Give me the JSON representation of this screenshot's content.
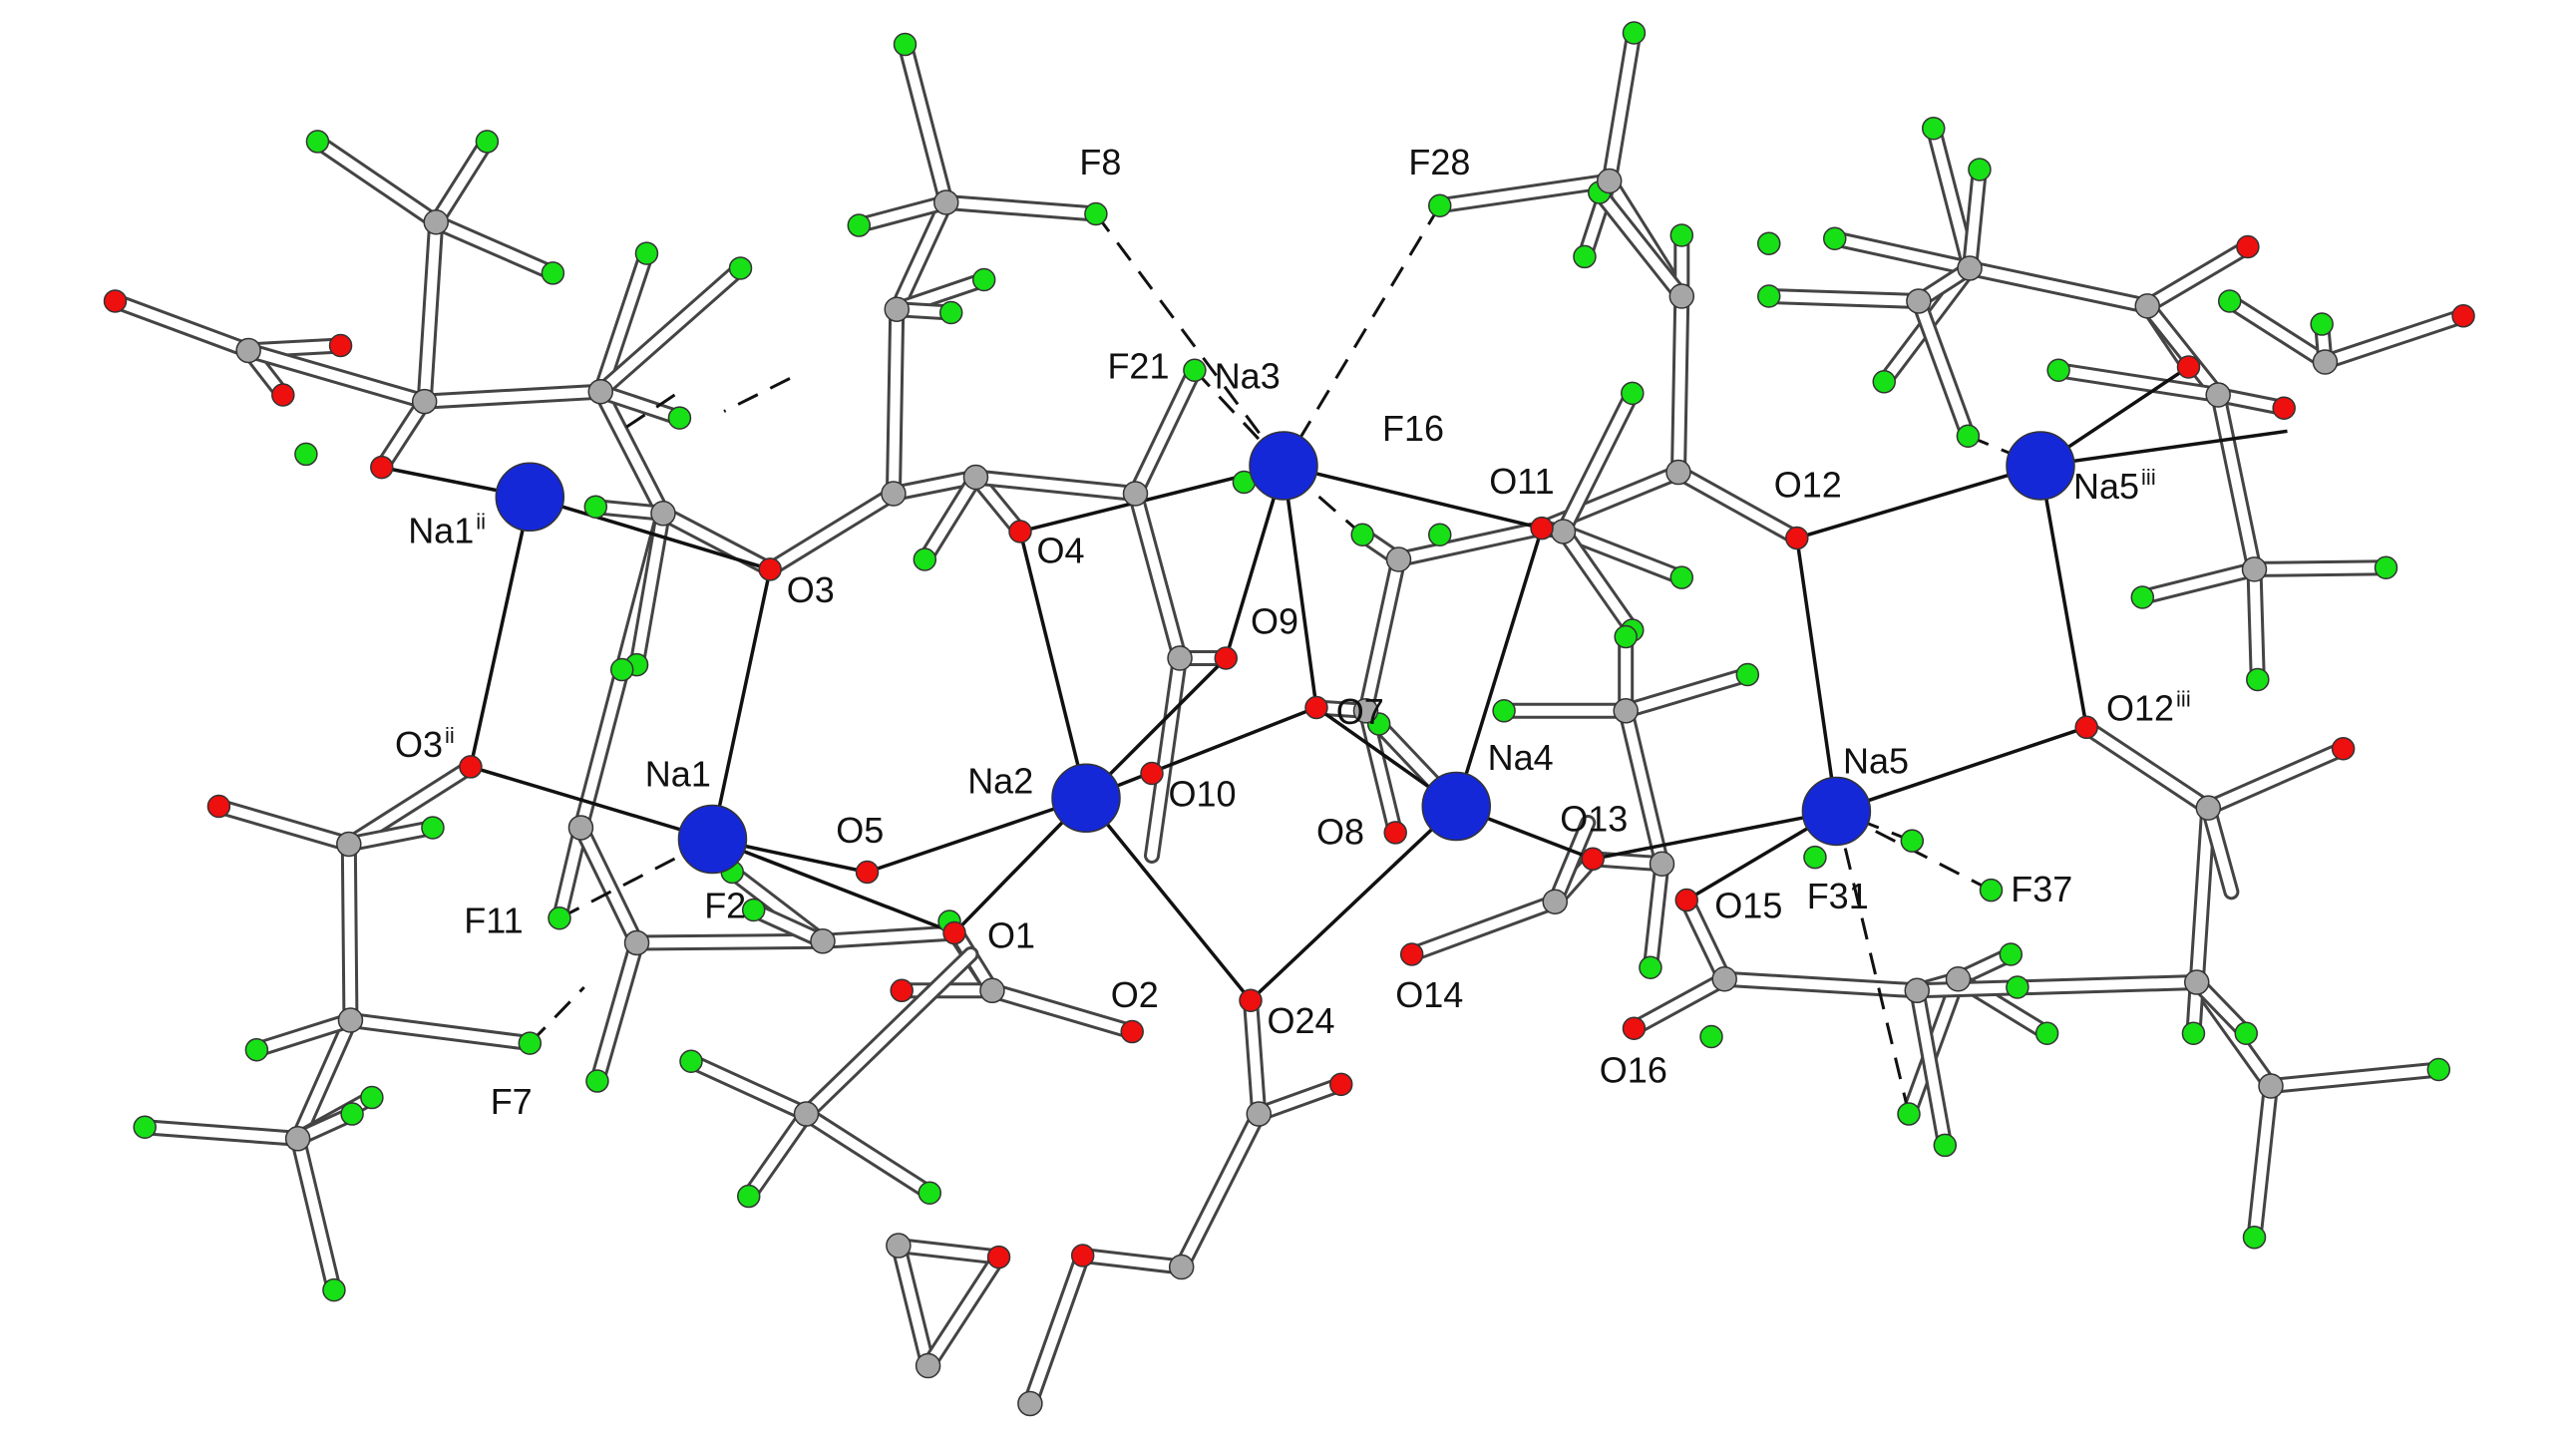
{
  "figure": {
    "colors": {
      "Na": "#1428d8",
      "O": "#ee0f0f",
      "F": "#17e017",
      "C": "#a6a6a6",
      "bond_fill": "#ffffff",
      "bond_outline": "#444444",
      "coord_bond": "#111111",
      "label": "#111111"
    },
    "labels": [
      {
        "id": "F8",
        "text": "F8"
      },
      {
        "id": "F28",
        "text": "F28"
      },
      {
        "id": "F21",
        "text": "F21"
      },
      {
        "id": "Na3",
        "text": "Na3"
      },
      {
        "id": "F16",
        "text": "F16"
      },
      {
        "id": "O11",
        "text": "O11"
      },
      {
        "id": "O12",
        "text": "O12"
      },
      {
        "id": "Na5iii",
        "text": "Na5",
        "sup": "iii"
      },
      {
        "id": "Na1ii",
        "text": "Na1",
        "sup": "ii"
      },
      {
        "id": "O3",
        "text": "O3"
      },
      {
        "id": "O4",
        "text": "O4"
      },
      {
        "id": "O9",
        "text": "O9"
      },
      {
        "id": "O7",
        "text": "O7"
      },
      {
        "id": "O3ii",
        "text": "O3",
        "sup": "ii"
      },
      {
        "id": "Na1",
        "text": "Na1"
      },
      {
        "id": "Na2",
        "text": "Na2"
      },
      {
        "id": "O10",
        "text": "O10"
      },
      {
        "id": "O5",
        "text": "O5"
      },
      {
        "id": "Na4",
        "text": "Na4"
      },
      {
        "id": "O12iii",
        "text": "O12",
        "sup": "iii"
      },
      {
        "id": "Na5",
        "text": "Na5"
      },
      {
        "id": "O8",
        "text": "O8"
      },
      {
        "id": "O13",
        "text": "O13"
      },
      {
        "id": "F11",
        "text": "F11"
      },
      {
        "id": "F2",
        "text": "F2"
      },
      {
        "id": "O1",
        "text": "O1"
      },
      {
        "id": "O15",
        "text": "O15"
      },
      {
        "id": "F31",
        "text": "F31"
      },
      {
        "id": "F37",
        "text": "F37"
      },
      {
        "id": "O2",
        "text": "O2"
      },
      {
        "id": "O24",
        "text": "O24"
      },
      {
        "id": "O14",
        "text": "O14"
      },
      {
        "id": "F7",
        "text": "F7"
      },
      {
        "id": "O16",
        "text": "O16"
      }
    ]
  }
}
